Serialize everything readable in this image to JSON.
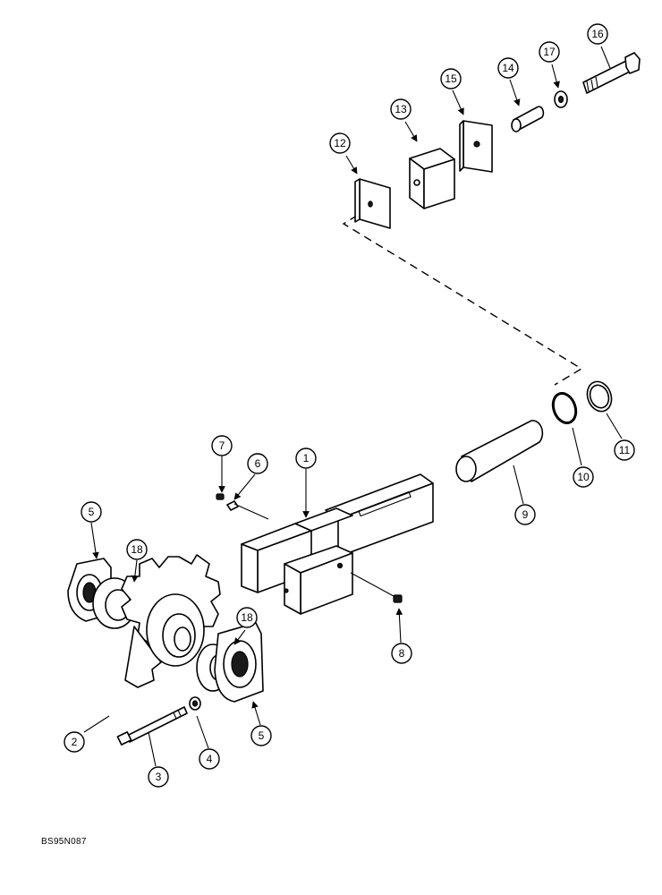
{
  "figure_code": "BS95N087",
  "callouts": [
    {
      "id": "c1",
      "label": "1"
    },
    {
      "id": "c2",
      "label": "2"
    },
    {
      "id": "c3",
      "label": "3"
    },
    {
      "id": "c4",
      "label": "4"
    },
    {
      "id": "c5a",
      "label": "5"
    },
    {
      "id": "c5b",
      "label": "5"
    },
    {
      "id": "c6",
      "label": "6"
    },
    {
      "id": "c7",
      "label": "7"
    },
    {
      "id": "c8",
      "label": "8"
    },
    {
      "id": "c9",
      "label": "9"
    },
    {
      "id": "c10",
      "label": "10"
    },
    {
      "id": "c11",
      "label": "11"
    },
    {
      "id": "c12",
      "label": "12"
    },
    {
      "id": "c13",
      "label": "13"
    },
    {
      "id": "c14",
      "label": "14"
    },
    {
      "id": "c15",
      "label": "15"
    },
    {
      "id": "c16",
      "label": "16"
    },
    {
      "id": "c17",
      "label": "17"
    },
    {
      "id": "c18a",
      "label": "18"
    },
    {
      "id": "c18b",
      "label": "18"
    }
  ]
}
